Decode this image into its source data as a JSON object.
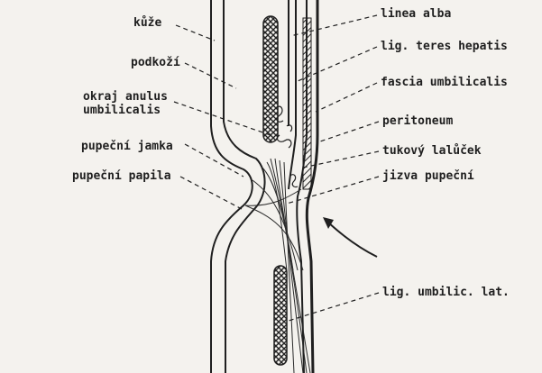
{
  "labels": {
    "kuze": "kůže",
    "podkozi": "podkoží",
    "okraj_line1": "okraj anulus",
    "okraj_line2": "umbilicalis",
    "pupecni_jamka": "pupeční jamka",
    "pupecni_papila": "pupeční papila",
    "linea_alba": "linea alba",
    "lig_teres": "lig. teres hepatis",
    "fascia": "fascia umbilicalis",
    "peritoneum": "peritoneum",
    "tukovy": "tukový lalůček",
    "jizva": "jizva pupeční",
    "lig_umbilic": "lig. umbilic. lat."
  },
  "colors": {
    "ink": "#1f1f1f",
    "paper": "#f4f2ee"
  }
}
